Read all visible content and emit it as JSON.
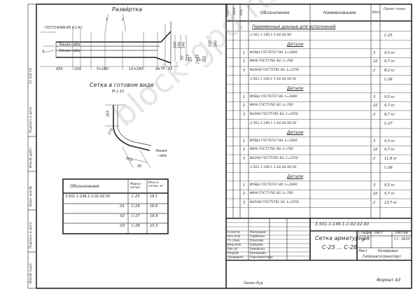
{
  "drawing": {
    "title_unfold": "Развёртка",
    "title_mesh": "Сетка в готовом виде",
    "scale": "М 1:10",
    "gost_label": "ГОСТ14098-85 К1-Кт",
    "callouts": [
      "2",
      "1",
      "3"
    ],
    "line_labels": [
      "Линия гиба",
      "Линия гиба"
    ],
    "dims_bottom": [
      "950",
      "100",
      "5×180",
      "12×180",
      "2×75",
      "55"
    ],
    "dims_right": [
      "100",
      "100",
      "140",
      "50",
      "225"
    ],
    "dims_right2": [
      "25",
      "2×75",
      "15",
      "225"
    ],
    "dims_right_side": [
      "150",
      "140"
    ],
    "dims_mesh": [
      "165",
      "270",
      "225",
      "50"
    ],
    "mesh_line_label": [
      "Линия",
      "гиба"
    ]
  },
  "small_table": {
    "headers": [
      "Обозначение",
      "Марка сетки",
      "Масса сетки, кг"
    ],
    "rows": [
      [
        "3.501.1-149.1-1-02.02.00",
        "С-25",
        "18.1"
      ],
      [
        "-01",
        "С-26",
        "16.6"
      ],
      [
        "-02",
        "С-27",
        "19.9"
      ],
      [
        "-03",
        "С-28",
        "23.3"
      ]
    ]
  },
  "spec": {
    "headers": [
      "Формат",
      "Зона",
      "Поз.",
      "Обозначение",
      "Наименование",
      "Кол.",
      "Приме-чание"
    ],
    "rows": [
      {
        "pos": "",
        "desig": "",
        "name": "Переменные данные для исполнений",
        "qty": "",
        "note": ""
      },
      {
        "pos": "",
        "desig": "3.501.1-149.1-1-02.02.00",
        "name": "",
        "qty": "",
        "note": "С-25"
      },
      {
        "pos": "",
        "desig": "",
        "name": "Детали",
        "qty": "",
        "note": ""
      },
      {
        "pos": "1",
        "desig": "Ф5ВрI ГОСТ6727-80, ℓ=3000",
        "name": "",
        "qty": "3",
        "note": "0,5 кг"
      },
      {
        "pos": "2",
        "desig": "Ф8АI ГОСТ5781-82, ℓ=700",
        "name": "",
        "qty": "22",
        "note": "0,7 кг"
      },
      {
        "pos": "3",
        "desig": "Ф20АIII ГОСТ5781-82, ℓ=3550",
        "name": "",
        "qty": "2",
        "note": "8,2 кг"
      },
      {
        "pos": "",
        "desig": "3.501.1-149.1-1-02.02.00-01",
        "name": "",
        "qty": "",
        "note": "С-26"
      },
      {
        "pos": "",
        "desig": "",
        "name": "Детали",
        "qty": "",
        "note": ""
      },
      {
        "pos": "1",
        "desig": "Ф5ВрI ГОСТ6727-80, ℓ=3000",
        "name": "",
        "qty": "3",
        "note": "0,5 кг"
      },
      {
        "pos": "2",
        "desig": "Ф8АI ГОСТ5781-82, ℓ=700",
        "name": "",
        "qty": "22",
        "note": "0,7 кг"
      },
      {
        "pos": "3",
        "desig": "Ф20АII ГОСТ5781-82, ℓ=3550",
        "name": "",
        "qty": "2",
        "note": "8,7 кг"
      },
      {
        "pos": "",
        "desig": "3.501.1-149.1-1-02.02.00-02",
        "name": "",
        "qty": "",
        "note": "С-27"
      },
      {
        "pos": "",
        "desig": "",
        "name": "Детали",
        "qty": "",
        "note": ""
      },
      {
        "pos": "1",
        "desig": "Ф5ВрI ГОСТ6727-80, ℓ=3000",
        "name": "",
        "qty": "3",
        "note": "0,5 кг"
      },
      {
        "pos": "2",
        "desig": "Ф8АI ГОСТ5781-80, ℓ=700",
        "name": "",
        "qty": "22",
        "note": "0,7 кг"
      },
      {
        "pos": "3",
        "desig": "Ф22АII ГОСТ5781-82, ℓ=3550",
        "name": "",
        "qty": "2",
        "note": "11,8 кг"
      },
      {
        "pos": "",
        "desig": "3.501.1-149.1-1-02.02.00-03",
        "name": "",
        "qty": "",
        "note": "С-28"
      },
      {
        "pos": "",
        "desig": "",
        "name": "Детали",
        "qty": "",
        "note": ""
      },
      {
        "pos": "1",
        "desig": "Ф5ВрI ГОСТ6727-80, ℓ=3000",
        "name": "",
        "qty": "3",
        "note": "0,5 кг"
      },
      {
        "pos": "2",
        "desig": "Ф8АI ГОСТ5781-82, ℓ=700",
        "name": "",
        "qty": "22",
        "note": "0,7 кг"
      },
      {
        "pos": "3",
        "desig": "Ф25АIII ГОСТ5781-82, ℓ=3550",
        "name": "",
        "qty": "2",
        "note": "13,7 кг"
      }
    ]
  },
  "titleblock": {
    "code": "3.501.1-149.1-1-02.02.00",
    "name_lines": [
      "Сетка арматурная",
      "С-25 ... С-28"
    ],
    "stage_label": "Стадия",
    "sheet_label": "Лист",
    "sheets_label": "Листов",
    "stage": "Р",
    "sheet_text": "Ст. 1633",
    "list_label": "Лист",
    "copy_label": "Копировал",
    "org": "Гипроавтотранспорт",
    "format": "Формат А3",
    "people": [
      [
        "Н.контр",
        "Молодцов"
      ],
      [
        "Нач.отд",
        "Горбенко"
      ],
      [
        "Гл.спец",
        "Пахалов"
      ],
      [
        "Вед.инж",
        "Бабурин"
      ],
      [
        "Рук.гр",
        "Янковска"
      ],
      [
        "Разраб.",
        "Конашова"
      ],
      [
        "Проверил",
        "Пергаментова"
      ]
    ],
    "signer": "Лапин Руд"
  },
  "left_strip": [
    "Инв.№ подл.",
    "Подпись и дата",
    "Взам. инв.№",
    "Инв.№ дубл.",
    "Подпись и дата",
    "15 318 19"
  ],
  "watermark": "block-gpd.ru"
}
